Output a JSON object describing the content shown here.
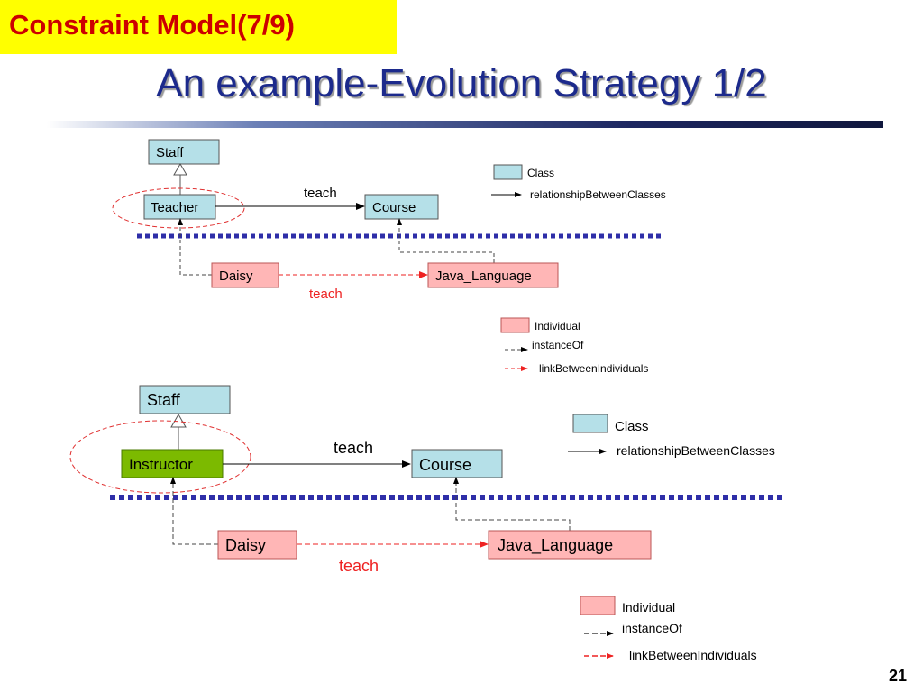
{
  "header": {
    "section_tag": "Constraint Model(7/9)",
    "title": "An example-Evolution Strategy 1/2"
  },
  "page_number": "21",
  "diagram_before": {
    "classes": {
      "staff": "Staff",
      "teacher": "Teacher",
      "course": "Course"
    },
    "individuals": {
      "daisy": "Daisy",
      "java_language": "Java_Language"
    },
    "class_relation_label": "teach",
    "individual_link_label": "teach",
    "legend_class": {
      "class": "Class",
      "relationship": "relationshipBetweenClasses"
    },
    "legend_individual": {
      "individual": "Individual",
      "instance_of": "instanceOf",
      "link": "linkBetweenIndividuals"
    }
  },
  "diagram_after": {
    "classes": {
      "staff": "Staff",
      "instructor": "Instructor",
      "course": "Course"
    },
    "individuals": {
      "daisy": "Daisy",
      "java_language": "Java_Language"
    },
    "class_relation_label": "teach",
    "individual_link_label": "teach",
    "legend_class": {
      "class": "Class",
      "relationship": "relationshipBetweenClasses"
    },
    "legend_individual": {
      "individual": "Individual",
      "instance_of": "instanceOf",
      "link": "linkBetweenIndividuals"
    }
  },
  "colors": {
    "class_fill": "#b5e0e8",
    "individual_fill": "#ffb6b6",
    "changed_class_fill": "#7cba00",
    "section_tag_bg": "#ffff00",
    "section_tag_text": "#cc0000",
    "title_text": "#1c2a8c",
    "separator": "#2e2ea8",
    "red_link": "#ee2222"
  }
}
